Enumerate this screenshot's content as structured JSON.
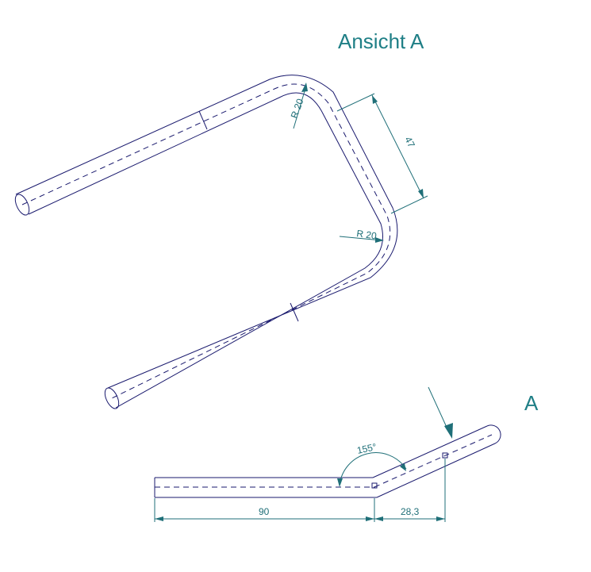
{
  "view": {
    "view_title": "Ansicht A",
    "view_marker": "A"
  },
  "dimensions": {
    "radius_top": "R 20",
    "radius_bottom": "R 20",
    "straight_length": "47",
    "bend_angle": "155°",
    "length_a": "90",
    "length_b": "28,3"
  },
  "colors": {
    "outline": "#1a1a6e",
    "dimension": "#1f6f78",
    "background": "#ffffff"
  }
}
